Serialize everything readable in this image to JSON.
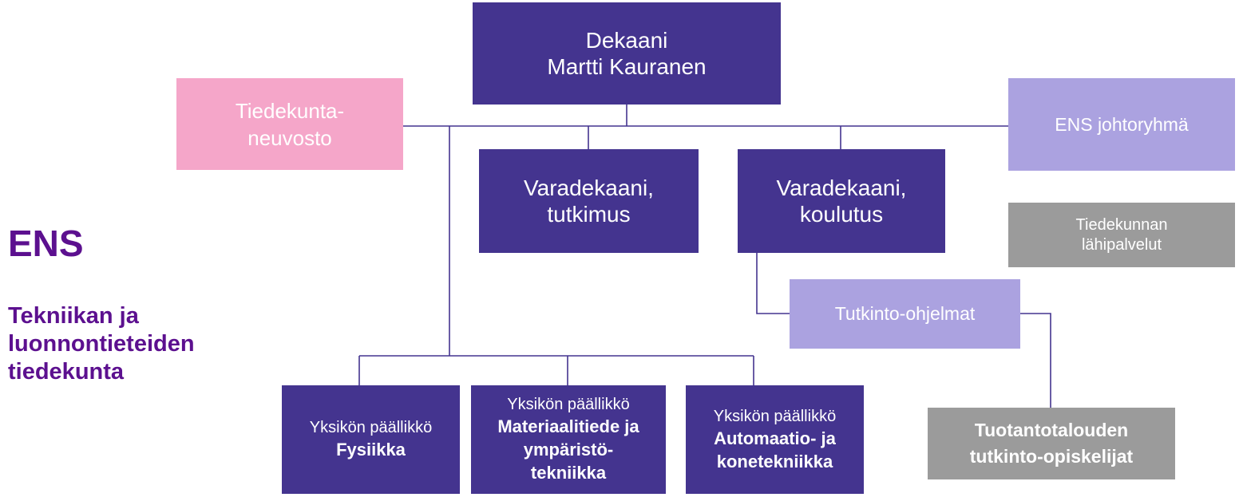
{
  "colors": {
    "dark_box": "#44348f",
    "pink_box": "#f5a6c9",
    "lavender_box": "#aba2e0",
    "grey_box": "#9b9b9b",
    "connector": "#44348f",
    "side_text": "#5c108f"
  },
  "dean": {
    "title": "Dekaani",
    "name": "Martti Kauranen"
  },
  "faculty_council": {
    "line1": "Tiedekunta-",
    "line2": "neuvosto"
  },
  "management_group": {
    "label": "ENS johtoryhmä"
  },
  "local_services": {
    "line1": "Tiedekunnan",
    "line2": "lähipalvelut"
  },
  "vice_dean_research": {
    "line1": "Varadekaani,",
    "line2": "tutkimus"
  },
  "vice_dean_education": {
    "line1": "Varadekaani,",
    "line2": "koulutus"
  },
  "degree_programmes": {
    "label": "Tutkinto-ohjelmat"
  },
  "industrial_students": {
    "line1": "Tuotantotalouden",
    "line2": "tutkinto-opiskelijat"
  },
  "units": [
    {
      "title": "Yksikön päällikkö",
      "name_lines": [
        "Fysiikka"
      ]
    },
    {
      "title": "Yksikön päällikkö",
      "name_lines": [
        "Materiaalitiede ja",
        "ympäristö-",
        "tekniikka"
      ]
    },
    {
      "title": "Yksikön päällikkö",
      "name_lines": [
        "Automaatio- ja",
        "konetekniikka"
      ]
    }
  ],
  "faculty": {
    "abbrev": "ENS",
    "name_lines": [
      "Tekniikan ja",
      "luonnontieteiden",
      "tiedekunta"
    ]
  }
}
